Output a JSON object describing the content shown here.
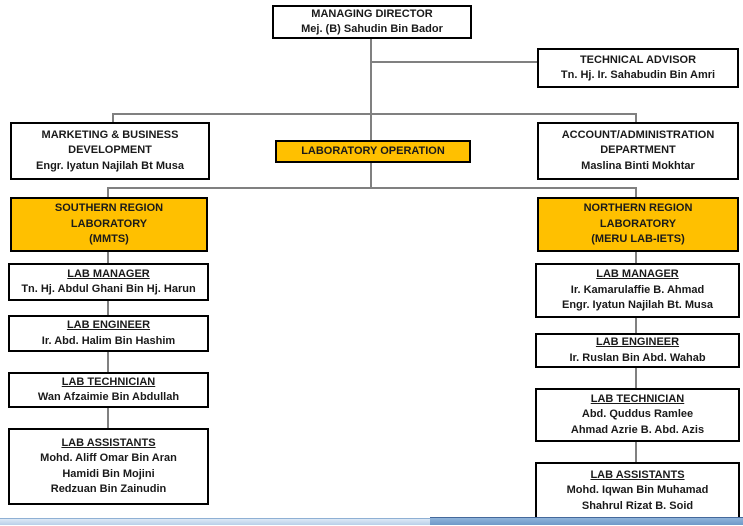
{
  "colors": {
    "highlight_orange": "#FFC000",
    "connector_gray": "#808080",
    "box_border": "#000000",
    "bottom_bar_left": "#b9cfe8",
    "bottom_bar_right": "#6f99c8"
  },
  "org": {
    "managing_director": {
      "title": "MANAGING DIRECTOR",
      "name": "Mej. (B) Sahudin Bin Bador"
    },
    "technical_advisor": {
      "title": "TECHNICAL ADVISOR",
      "name": "Tn. Hj. Ir. Sahabudin Bin Amri"
    },
    "marketing": {
      "title1": "MARKETING & BUSINESS",
      "title2": "DEVELOPMENT",
      "name": "Engr. Iyatun Najilah Bt Musa"
    },
    "laboratory_operation": {
      "title": "LABORATORY OPERATION"
    },
    "account_admin": {
      "title1": "ACCOUNT/ADMINISTRATION",
      "title2": "DEPARTMENT",
      "name": "Maslina Binti Mokhtar"
    },
    "southern_lab": {
      "title1": "SOUTHERN REGION",
      "title2": "LABORATORY",
      "title3": "(MMTS)"
    },
    "northern_lab": {
      "title1": "NORTHERN REGION",
      "title2": "LABORATORY",
      "title3": "(MERU LAB-IETS)"
    },
    "south": {
      "manager": {
        "role": "LAB MANAGER",
        "names": [
          "Tn. Hj. Abdul Ghani Bin Hj. Harun"
        ]
      },
      "engineer": {
        "role": "LAB ENGINEER",
        "names": [
          "Ir. Abd. Halim Bin Hashim"
        ]
      },
      "technician": {
        "role": "LAB TECHNICIAN",
        "names": [
          "Wan Afzaimie Bin Abdullah"
        ]
      },
      "assistants": {
        "role": "LAB ASSISTANTS",
        "names": [
          "Mohd. Aliff Omar Bin Aran",
          "Hamidi Bin Mojini",
          "Redzuan Bin Zainudin"
        ]
      }
    },
    "north": {
      "manager": {
        "role": "LAB MANAGER",
        "names": [
          "Ir. Kamarulaffie B. Ahmad",
          "Engr. Iyatun Najilah Bt. Musa"
        ]
      },
      "engineer": {
        "role": "LAB ENGINEER",
        "names": [
          "Ir. Ruslan Bin Abd. Wahab"
        ]
      },
      "technician": {
        "role": "LAB TECHNICIAN",
        "names": [
          "Abd. Quddus Ramlee",
          "Ahmad Azrie B. Abd. Azis"
        ]
      },
      "assistants": {
        "role": "LAB ASSISTANTS",
        "names": [
          "Mohd. Iqwan Bin Muhamad",
          "Shahrul Rizat B. Soid"
        ]
      }
    }
  }
}
